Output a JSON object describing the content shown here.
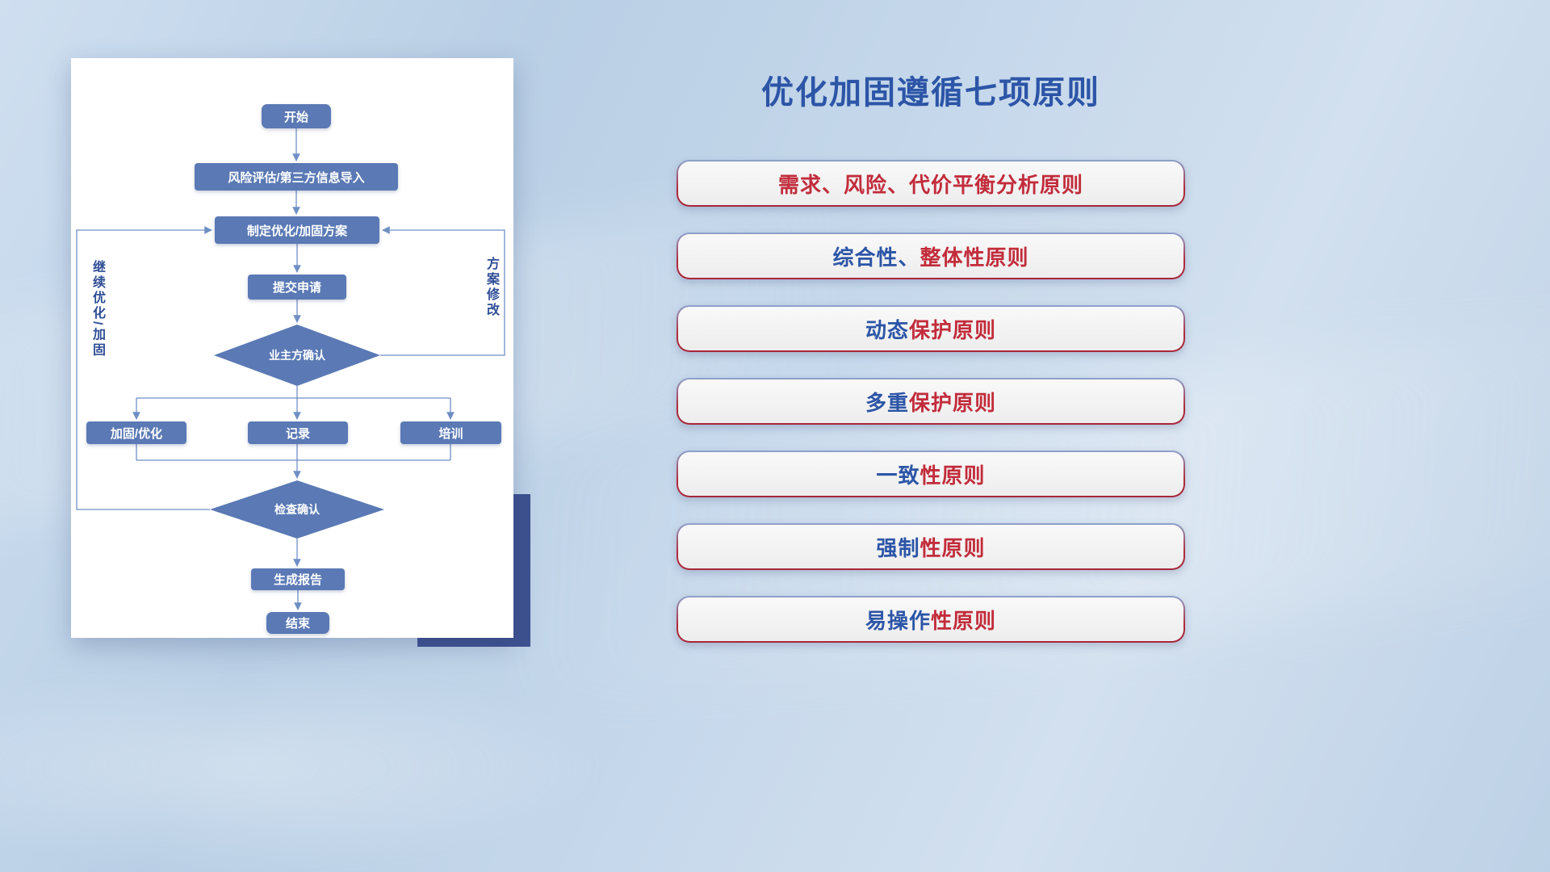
{
  "colors": {
    "node_fill": "#5a79b5",
    "connector": "#6f8fc5",
    "accent_rect": "#3e5190",
    "title_blue": "#2c55a7",
    "principle_red": "#c22c3b",
    "card_bg": "#ffffff"
  },
  "flowchart": {
    "nodes": {
      "start": "开始",
      "risk_import": "风险评估/第三方信息导入",
      "make_plan": "制定优化/加固方案",
      "submit": "提交申请",
      "owner_confirm": "业主方确认",
      "reinforce": "加固/优化",
      "record": "记录",
      "training": "培训",
      "check_confirm": "检查确认",
      "report": "生成报告",
      "end": "结束"
    },
    "loop_labels": {
      "left": "继续优化/加固",
      "right": "方案修改"
    }
  },
  "panel": {
    "title": "优化加固遵循七项原则",
    "principles": [
      {
        "blue": "",
        "red": "需求、风险、代价平衡分析原则"
      },
      {
        "blue": "综合性、",
        "red": "整体性原则"
      },
      {
        "blue": "动态",
        "red": "保护原则"
      },
      {
        "blue": "多重",
        "red": "保护原则"
      },
      {
        "blue": "一致",
        "red": "性原则"
      },
      {
        "blue": "强制",
        "red": "性原则"
      },
      {
        "blue": "易操作",
        "red": "性原则"
      }
    ]
  }
}
